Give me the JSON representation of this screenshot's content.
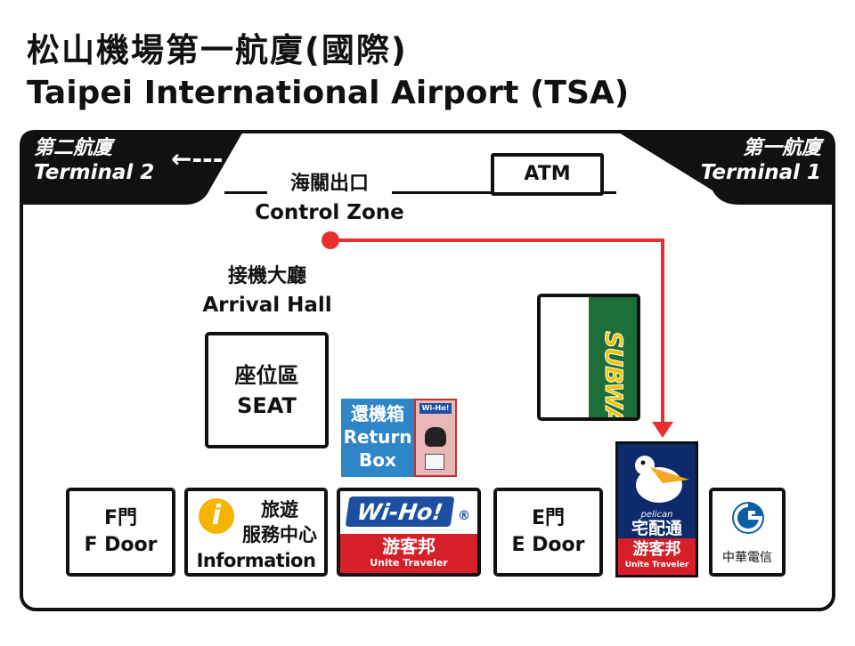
{
  "header": {
    "title_zh": "松山機場第一航廈(國際)",
    "title_en": "Taipei International Airport (TSA)"
  },
  "terminal2": {
    "zh": "第二航廈",
    "en": "Terminal 2",
    "arrow": "←---"
  },
  "terminal1": {
    "zh": "第一航廈",
    "en": "Terminal 1"
  },
  "atm": {
    "label": "ATM"
  },
  "control_zone": {
    "zh": "海關出口",
    "en": "Control Zone"
  },
  "arrival_hall": {
    "zh": "接機大廳",
    "en": "Arrival Hall"
  },
  "seat": {
    "zh": "座位區",
    "en": "SEAT"
  },
  "subway": {
    "label": "SUBWAY"
  },
  "return_box": {
    "zh": "還機箱",
    "en1": "Return",
    "en2": "Box",
    "device_label": "Wi-Ho!"
  },
  "doors": {
    "f": {
      "zh": "F門",
      "en": "F Door"
    },
    "e": {
      "zh": "E門",
      "en": "E Door"
    }
  },
  "information": {
    "zh1": "旅遊",
    "zh2": "服務中心",
    "en": "Information",
    "icon": "i"
  },
  "wiho": {
    "logo": "Wi-Ho!",
    "registered": "®",
    "zh": "游客邦",
    "en": "Unite Traveler"
  },
  "pelican": {
    "brand": "pelican",
    "zh": "宅配通",
    "banner_zh": "游客邦",
    "banner_en": "Unite Traveler"
  },
  "cht": {
    "label": "中華電信"
  },
  "colors": {
    "route": "#e8312f",
    "subway_green": "#1e6e3a",
    "subway_yellow": "#f2c400",
    "return_blue": "#2e86c8",
    "wiho_red": "#d71f2a",
    "wiho_blue": "#1d4fa0",
    "pelican_navy": "#0d2a6b",
    "info_yellow": "#f4b400",
    "cht_blue": "#0b5fa5"
  }
}
